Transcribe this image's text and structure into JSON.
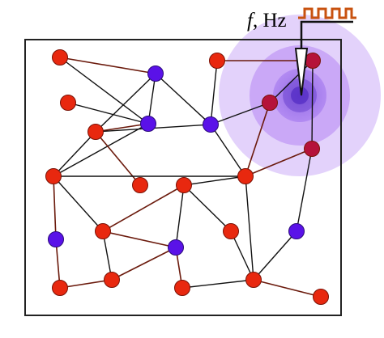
{
  "label": {
    "symbol": "f",
    "rest": ", Hz"
  },
  "colors": {
    "red_node": "#e8280f",
    "blue_node": "#5a12e8",
    "excited_node": "#b5123a",
    "black_edge": "#111111",
    "brown_edge": "#6b1a0c",
    "glow": "#9b5cf0",
    "square_wave": "#c8520f",
    "frame": "#222222"
  },
  "nodes": [
    {
      "id": "n1",
      "type": "red"
    },
    {
      "id": "n2",
      "type": "blue"
    },
    {
      "id": "n3",
      "type": "red"
    },
    {
      "id": "n4",
      "type": "excited"
    },
    {
      "id": "n5",
      "type": "red"
    },
    {
      "id": "n6",
      "type": "blue"
    },
    {
      "id": "n7",
      "type": "red"
    },
    {
      "id": "n8",
      "type": "blue"
    },
    {
      "id": "n9",
      "type": "excited"
    },
    {
      "id": "n10",
      "type": "excited"
    },
    {
      "id": "n11",
      "type": "red"
    },
    {
      "id": "n12",
      "type": "red"
    },
    {
      "id": "n13",
      "type": "red"
    },
    {
      "id": "n14",
      "type": "red"
    },
    {
      "id": "n15",
      "type": "red"
    },
    {
      "id": "n16",
      "type": "blue"
    },
    {
      "id": "n17",
      "type": "red"
    },
    {
      "id": "n18",
      "type": "blue"
    },
    {
      "id": "n19",
      "type": "blue"
    },
    {
      "id": "n20",
      "type": "red"
    },
    {
      "id": "n21",
      "type": "red"
    },
    {
      "id": "n22",
      "type": "red"
    },
    {
      "id": "n23",
      "type": "red"
    },
    {
      "id": "n24",
      "type": "red"
    }
  ],
  "edges": [
    {
      "from": "n1",
      "to": "n2",
      "style": "brown"
    },
    {
      "from": "n1",
      "to": "n6",
      "style": "black"
    },
    {
      "from": "n2",
      "to": "n6",
      "style": "black"
    },
    {
      "from": "n2",
      "to": "n7",
      "style": "black"
    },
    {
      "from": "n2",
      "to": "n8",
      "style": "black"
    },
    {
      "from": "n3",
      "to": "n4",
      "style": "brown"
    },
    {
      "from": "n3",
      "to": "n8",
      "style": "black"
    },
    {
      "from": "n4",
      "to": "n9",
      "style": "black"
    },
    {
      "from": "n4",
      "to": "n10",
      "style": "black"
    },
    {
      "from": "n5",
      "to": "n6",
      "style": "black"
    },
    {
      "from": "n6",
      "to": "n7",
      "style": "brown"
    },
    {
      "from": "n6",
      "to": "n11",
      "style": "black"
    },
    {
      "from": "n7",
      "to": "n12",
      "style": "brown"
    },
    {
      "from": "n7",
      "to": "n8",
      "style": "black"
    },
    {
      "from": "n7",
      "to": "n11",
      "style": "black"
    },
    {
      "from": "n8",
      "to": "n9",
      "style": "black"
    },
    {
      "from": "n8",
      "to": "n14",
      "style": "black"
    },
    {
      "from": "n9",
      "to": "n14",
      "style": "brown"
    },
    {
      "from": "n10",
      "to": "n14",
      "style": "brown"
    },
    {
      "from": "n10",
      "to": "n19",
      "style": "black"
    },
    {
      "from": "n11",
      "to": "n15",
      "style": "black"
    },
    {
      "from": "n11",
      "to": "n16",
      "style": "brown"
    },
    {
      "from": "n11",
      "to": "n14",
      "style": "black"
    },
    {
      "from": "n13",
      "to": "n14",
      "style": "black"
    },
    {
      "from": "n13",
      "to": "n15",
      "style": "brown"
    },
    {
      "from": "n13",
      "to": "n17",
      "style": "black"
    },
    {
      "from": "n13",
      "to": "n18",
      "style": "black"
    },
    {
      "from": "n14",
      "to": "n23",
      "style": "black"
    },
    {
      "from": "n15",
      "to": "n18",
      "style": "brown"
    },
    {
      "from": "n15",
      "to": "n21",
      "style": "black"
    },
    {
      "from": "n16",
      "to": "n20",
      "style": "brown"
    },
    {
      "from": "n17",
      "to": "n23",
      "style": "black"
    },
    {
      "from": "n18",
      "to": "n21",
      "style": "brown"
    },
    {
      "from": "n18",
      "to": "n22",
      "style": "brown"
    },
    {
      "from": "n19",
      "to": "n23",
      "style": "black"
    },
    {
      "from": "n20",
      "to": "n21",
      "style": "brown"
    },
    {
      "from": "n22",
      "to": "n23",
      "style": "black"
    },
    {
      "from": "n23",
      "to": "n24",
      "style": "brown"
    }
  ]
}
